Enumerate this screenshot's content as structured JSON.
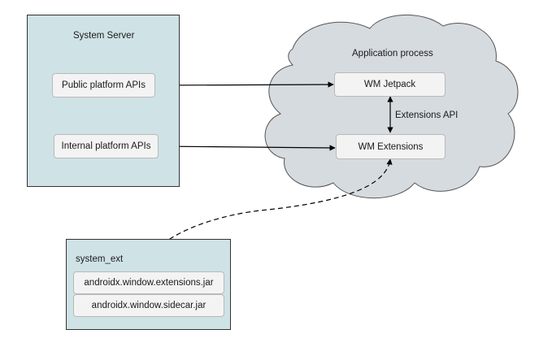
{
  "system_server": {
    "title": "System Server",
    "public_apis": "Public platform APIs",
    "internal_apis": "Internal platform APIs"
  },
  "application_process": {
    "title": "Application process",
    "wm_jetpack": "WM Jetpack",
    "wm_extensions": "WM Extensions",
    "extensions_api_label": "Extensions API"
  },
  "system_ext": {
    "title": "system_ext",
    "jars": [
      "androidx.window.extensions.jar",
      "androidx.window.sidecar.jar"
    ]
  },
  "colors": {
    "panel_fill": "#cfe2e6",
    "cloud_fill": "#d6dbe0",
    "box_fill": "#f3f3f3",
    "line": "#000000"
  }
}
